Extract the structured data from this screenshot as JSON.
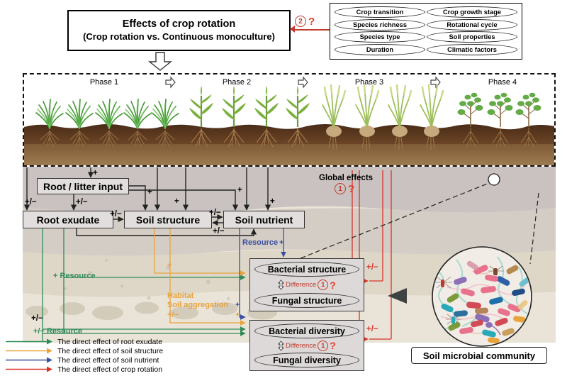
{
  "title_box": {
    "line1": "Effects of crop rotation",
    "line2": "(Crop rotation vs. Continuous monoculture)"
  },
  "factor_box": {
    "items": [
      "Crop transition",
      "Crop growth stage",
      "Species richness",
      "Rotational cycle",
      "Species type",
      "Soil properties",
      "Duration",
      "Climatic factors"
    ]
  },
  "markers": {
    "q1": "1",
    "q2": "2",
    "question": "?"
  },
  "phases": {
    "labels": [
      "Phase 1",
      "Phase 2",
      "Phase 3",
      "Phase 4"
    ],
    "arrow_icon": "right-block-arrow"
  },
  "process_boxes": {
    "root_litter_input": "Root / litter input",
    "root_exudate": "Root exudate",
    "soil_structure": "Soil structure",
    "soil_nutrient": "Soil nutrient"
  },
  "microbe_boxes": {
    "structure": {
      "top": "Bacterial structure",
      "bottom": "Fungal structure",
      "difference": "Difference"
    },
    "diversity": {
      "top": "Bacterial diversity",
      "bottom": "Fungal diversity",
      "difference": "Difference"
    }
  },
  "global_effects": {
    "label": "Global effects"
  },
  "microbial_community": {
    "caption": "Soil microbial community"
  },
  "edge_labels": {
    "plus": "+",
    "plusminus": "+/−",
    "resource_blue": "Resource",
    "resource_green_plus": "+ Resource",
    "resource_green_pm": "+/− Resource",
    "habitat": "Habitat",
    "soil_aggregation": "Soil aggregation",
    "habitat_pm": "+/−"
  },
  "legend": {
    "entries": [
      {
        "label": "The direct effect of root exudate",
        "color": "#2e8b57"
      },
      {
        "label": "The direct effect of soil structure",
        "color": "#e8a33d"
      },
      {
        "label": "The direct effect of soil nutrient",
        "color": "#3b4fa0"
      },
      {
        "label": "The direct effect of crop rotation",
        "color": "#d9332b"
      }
    ]
  },
  "colors": {
    "green": "#2e8b57",
    "orange": "#e8a33d",
    "blue": "#3b4fa0",
    "red": "#d9332b",
    "soil_top": "#c9c2c0",
    "soil_mid": "#ddd5c8",
    "soil_bottom": "#e9e3d8",
    "dirt": "#5b3a22"
  }
}
